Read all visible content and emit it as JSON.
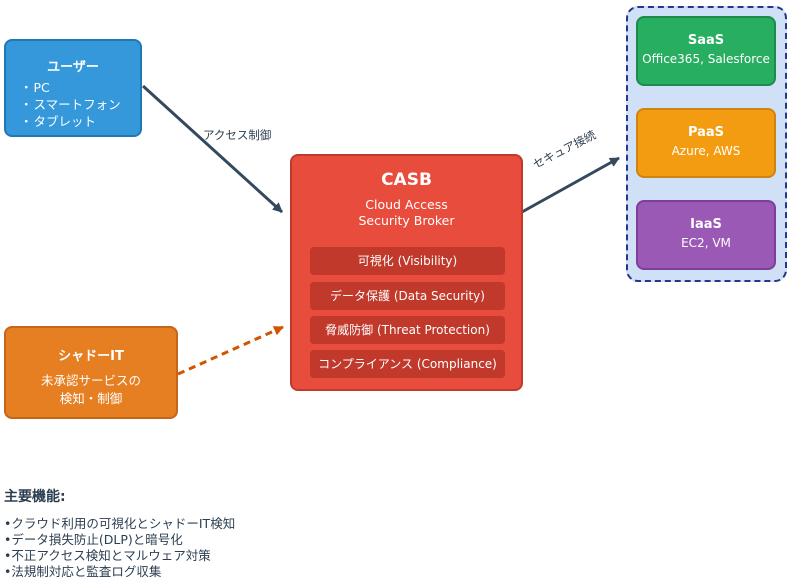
{
  "users": {
    "title": "ユーザー",
    "items": [
      "PC",
      "スマートフォン",
      "タブレット"
    ]
  },
  "shadow_it": {
    "title": "シャドーIT",
    "desc_line1": "未承認サービスの",
    "desc_line2": "検知・制御"
  },
  "casb": {
    "title": "CASB",
    "subtitle_line1": "Cloud Access",
    "subtitle_line2": "Security Broker",
    "features": [
      "可視化 (Visibility)",
      "データ保護 (Data Security)",
      "脅威防御 (Threat Protection)",
      "コンプライアンス (Compliance)"
    ]
  },
  "cloud_services": [
    {
      "title": "SaaS",
      "sub": "Office365, Salesforce",
      "color": "#27ae60"
    },
    {
      "title": "PaaS",
      "sub": "Azure, AWS",
      "color": "#f39c12"
    },
    {
      "title": "IaaS",
      "sub": "EC2, VM",
      "color": "#9b59b6"
    }
  ],
  "edges": {
    "access_control": "アクセス制御",
    "secure_connection": "セキュア接続"
  },
  "main_features": {
    "heading": "主要機能:",
    "items": [
      "クラウド利用の可視化とシャドーIT検知",
      "データ損失防止(DLP)と暗号化",
      "不正アクセス検知とマルウェア対策",
      "法規制対応と監査ログ収集"
    ]
  },
  "colors": {
    "users": "#3498db",
    "shadow_it": "#e67e22",
    "casb": "#e74c3c",
    "casb_feature": "#c0392b",
    "cloud_zone": "#cfe0f7",
    "arrow": "#34495e"
  }
}
